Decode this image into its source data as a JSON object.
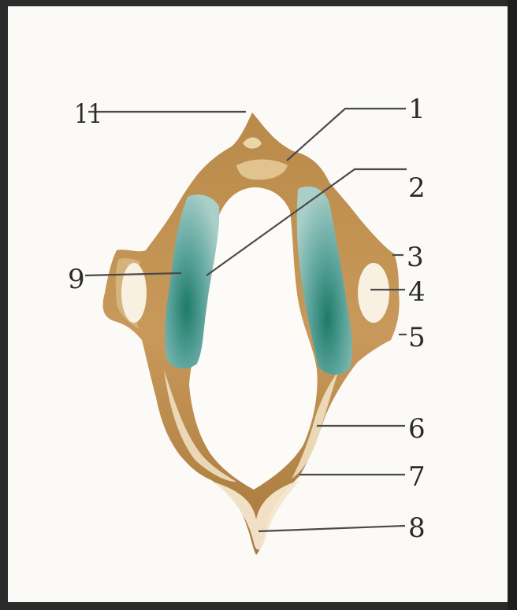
{
  "labels": {
    "l1": "1",
    "l2": "2",
    "l3": "3",
    "l4": "4",
    "l5": "5",
    "l6": "6",
    "l7": "7",
    "l8": "8",
    "l9": "9",
    "l11": "11"
  },
  "colors": {
    "bone_dark": "#b5823f",
    "bone_mid": "#d7b27a",
    "bone_light": "#f3e7cf",
    "facet": "#7fb5b0",
    "facet_dark": "#1f7f6d",
    "leader": "#4a4a4a"
  }
}
